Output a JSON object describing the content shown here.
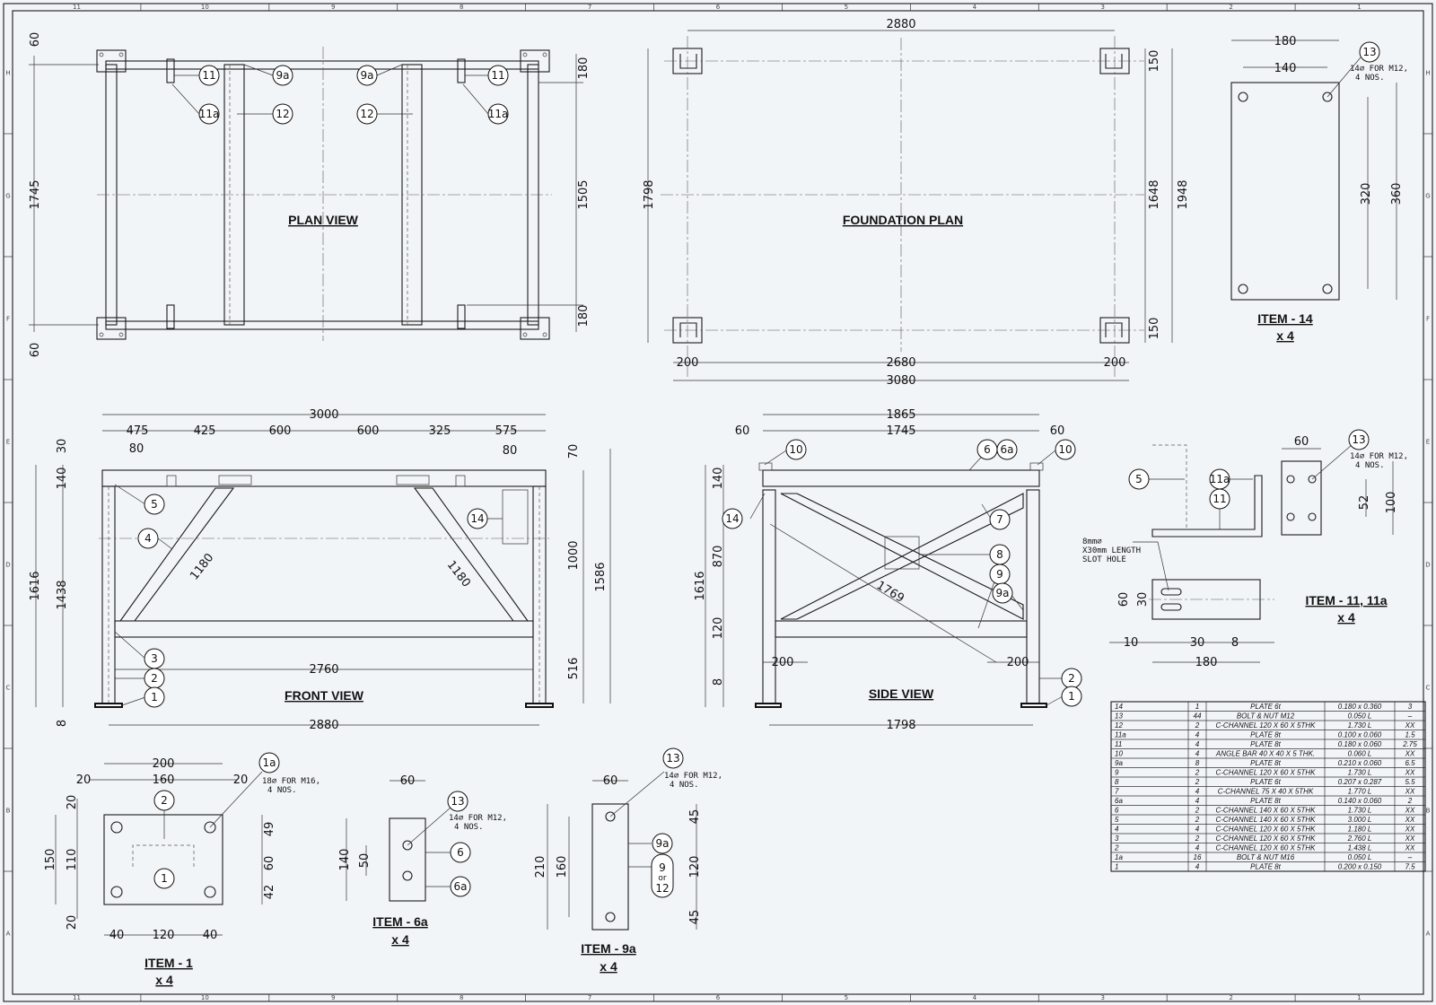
{
  "border_zones": {
    "cols": [
      "11",
      "10",
      "9",
      "8",
      "7",
      "6",
      "5",
      "4",
      "3",
      "2",
      "1"
    ],
    "rows": [
      "H",
      "G",
      "F",
      "E",
      "D",
      "C",
      "B",
      "A"
    ]
  },
  "plan_view": {
    "title": "PLAN VIEW",
    "dims": {
      "d60_top": "60",
      "d1745": "1745",
      "d60_bot": "60",
      "d180_top": "180",
      "d1505": "1505",
      "d180_bot": "180"
    },
    "balloons": {
      "b11_l": "11",
      "b11a_l": "11a",
      "b9a_l": "9a",
      "b12_l": "12",
      "b12_r": "12",
      "b9a_r": "9a",
      "b11_r": "11",
      "b11a_r": "11a"
    }
  },
  "foundation_plan": {
    "title": "FOUNDATION PLAN",
    "dims": {
      "d2880": "2880",
      "d1798": "1798",
      "d150_t": "150",
      "d1648": "1648",
      "d1948": "1948",
      "d150_b": "150",
      "d200_l": "200",
      "d2680": "2680",
      "d200_r": "200",
      "d3080": "3080"
    }
  },
  "item14": {
    "title": "ITEM - 14",
    "qty": "x 4",
    "dims": {
      "d180": "180",
      "d140": "140",
      "d320": "320",
      "d360": "360"
    },
    "balloon": "13",
    "note1": "14⌀ FOR M12,",
    "note2": "4 NOS."
  },
  "front_view": {
    "title": "FRONT VIEW",
    "dims": {
      "d3000": "3000",
      "d475": "475",
      "d425": "425",
      "d600a": "600",
      "d600b": "600",
      "d325": "325",
      "d575": "575",
      "d80_l": "80",
      "d80_r": "80",
      "d30": "30",
      "d140": "140",
      "d1616": "1616",
      "d1438": "1438",
      "d8": "8",
      "d70": "70",
      "d1000": "1000",
      "d1586": "1586",
      "d516": "516",
      "d2760": "2760",
      "d2880": "2880",
      "d1180_l": "1180",
      "d1180_r": "1180"
    },
    "balloons": {
      "b5": "5",
      "b4": "4",
      "b14": "14",
      "b3": "3",
      "b2": "2",
      "b1": "1"
    }
  },
  "side_view": {
    "title": "SIDE VIEW",
    "dims": {
      "d1865": "1865",
      "d60_l": "60",
      "d1745": "1745",
      "d60_r": "60",
      "d140": "140",
      "d870": "870",
      "d1616": "1616",
      "d120": "120",
      "d8": "8",
      "d1769": "1769",
      "d200_l": "200",
      "d200_r": "200",
      "d1798": "1798"
    },
    "balloons": {
      "b10_l": "10",
      "b6": "6",
      "b6a": "6a",
      "b10_r": "10",
      "b14": "14",
      "b7": "7",
      "b8": "8",
      "b9": "9",
      "b9a": "9a",
      "b2": "2",
      "b1": "1"
    }
  },
  "item11": {
    "title": "ITEM - 11, 11a",
    "qty": "x 4",
    "dims": {
      "d60": "60",
      "d52": "52",
      "d100": "100",
      "d60_v": "60",
      "d30_v": "30",
      "d10": "10",
      "d30": "30",
      "d8": "8",
      "d180": "180"
    },
    "balloons": {
      "b5": "5",
      "b11a": "11a",
      "b11": "11",
      "b13": "13"
    },
    "note1": "14⌀ FOR M12,",
    "note2": "4 NOS.",
    "slot1": "8mm⌀",
    "slot2": "X30mm LENGTH",
    "slot3": "SLOT HOLE"
  },
  "item1": {
    "title": "ITEM - 1",
    "qty": "x 4",
    "dims": {
      "d200": "200",
      "d20_l": "20",
      "d160": "160",
      "d20_r": "20",
      "d20_tv": "20",
      "d150": "150",
      "d110": "110",
      "d20_bv": "20",
      "d49": "49",
      "d60": "60",
      "d42": "42",
      "d40_l": "40",
      "d120": "120",
      "d40_r": "40"
    },
    "balloons": {
      "b1a": "1a",
      "b2": "2",
      "b1": "1"
    },
    "note1": "18⌀ FOR M16,",
    "note2": "4 NOS."
  },
  "item6a": {
    "title": "ITEM - 6a",
    "qty": "x 4",
    "dims": {
      "d60": "60",
      "d140": "140",
      "d50": "50"
    },
    "balloons": {
      "b13": "13",
      "b6": "6",
      "b6a": "6a"
    },
    "note1": "14⌀ FOR M12,",
    "note2": "4 NOS."
  },
  "item9a": {
    "title": "ITEM - 9a",
    "qty": "x 4",
    "dims": {
      "d60": "60",
      "d210": "210",
      "d160": "160",
      "d45_t": "45",
      "d120": "120",
      "d45_b": "45"
    },
    "balloons": {
      "b13": "13",
      "b9a": "9a",
      "b9": "9",
      "bor": "or",
      "b12": "12"
    },
    "note1": "14⌀ FOR M12,",
    "note2": "4 NOS."
  },
  "bom": [
    [
      "14",
      "1",
      "PLATE 6t",
      "0.180 x 0.360",
      "3"
    ],
    [
      "13",
      "44",
      "BOLT & NUT M12",
      "0.050 L",
      "–"
    ],
    [
      "12",
      "2",
      "C-CHANNEL 120 X 60 X 5THK",
      "1.730 L",
      "XX"
    ],
    [
      "11a",
      "4",
      "PLATE 8t",
      "0.100 x 0.060",
      "1.5"
    ],
    [
      "11",
      "4",
      "PLATE 8t",
      "0.180 x 0.060",
      "2.75"
    ],
    [
      "10",
      "4",
      "ANGLE BAR 40 X 40 X 5 THK.",
      "0.060 L",
      "XX"
    ],
    [
      "9a",
      "8",
      "PLATE 8t",
      "0.210 x 0.060",
      "6.5"
    ],
    [
      "9",
      "2",
      "C-CHANNEL 120 X 60 X 5THK",
      "1.730 L",
      "XX"
    ],
    [
      "8",
      "2",
      "PLATE 6t",
      "0.207 x 0.287",
      "5.5"
    ],
    [
      "7",
      "4",
      "C-CHANNEL 75 X 40 X 5THK",
      "1.770 L",
      "XX"
    ],
    [
      "6a",
      "4",
      "PLATE 8t",
      "0.140 x 0.060",
      "2"
    ],
    [
      "6",
      "2",
      "C-CHANNEL 140 X 60 X 5THK",
      "1.730 L",
      "XX"
    ],
    [
      "5",
      "2",
      "C-CHANNEL 140 X 60 X 5THK",
      "3.000 L",
      "XX"
    ],
    [
      "4",
      "4",
      "C-CHANNEL 120 X 60 X 5THK",
      "1.180 L",
      "XX"
    ],
    [
      "3",
      "2",
      "C-CHANNEL 120 X 60 X 5THK",
      "2.760 L",
      "XX"
    ],
    [
      "2",
      "4",
      "C-CHANNEL 120 X 60 X 5THK",
      "1.438 L",
      "XX"
    ],
    [
      "1a",
      "16",
      "BOLT & NUT M16",
      "0.050 L",
      "–"
    ],
    [
      "1",
      "4",
      "PLATE 8t",
      "0.200 x 0.150",
      "7.5"
    ]
  ]
}
